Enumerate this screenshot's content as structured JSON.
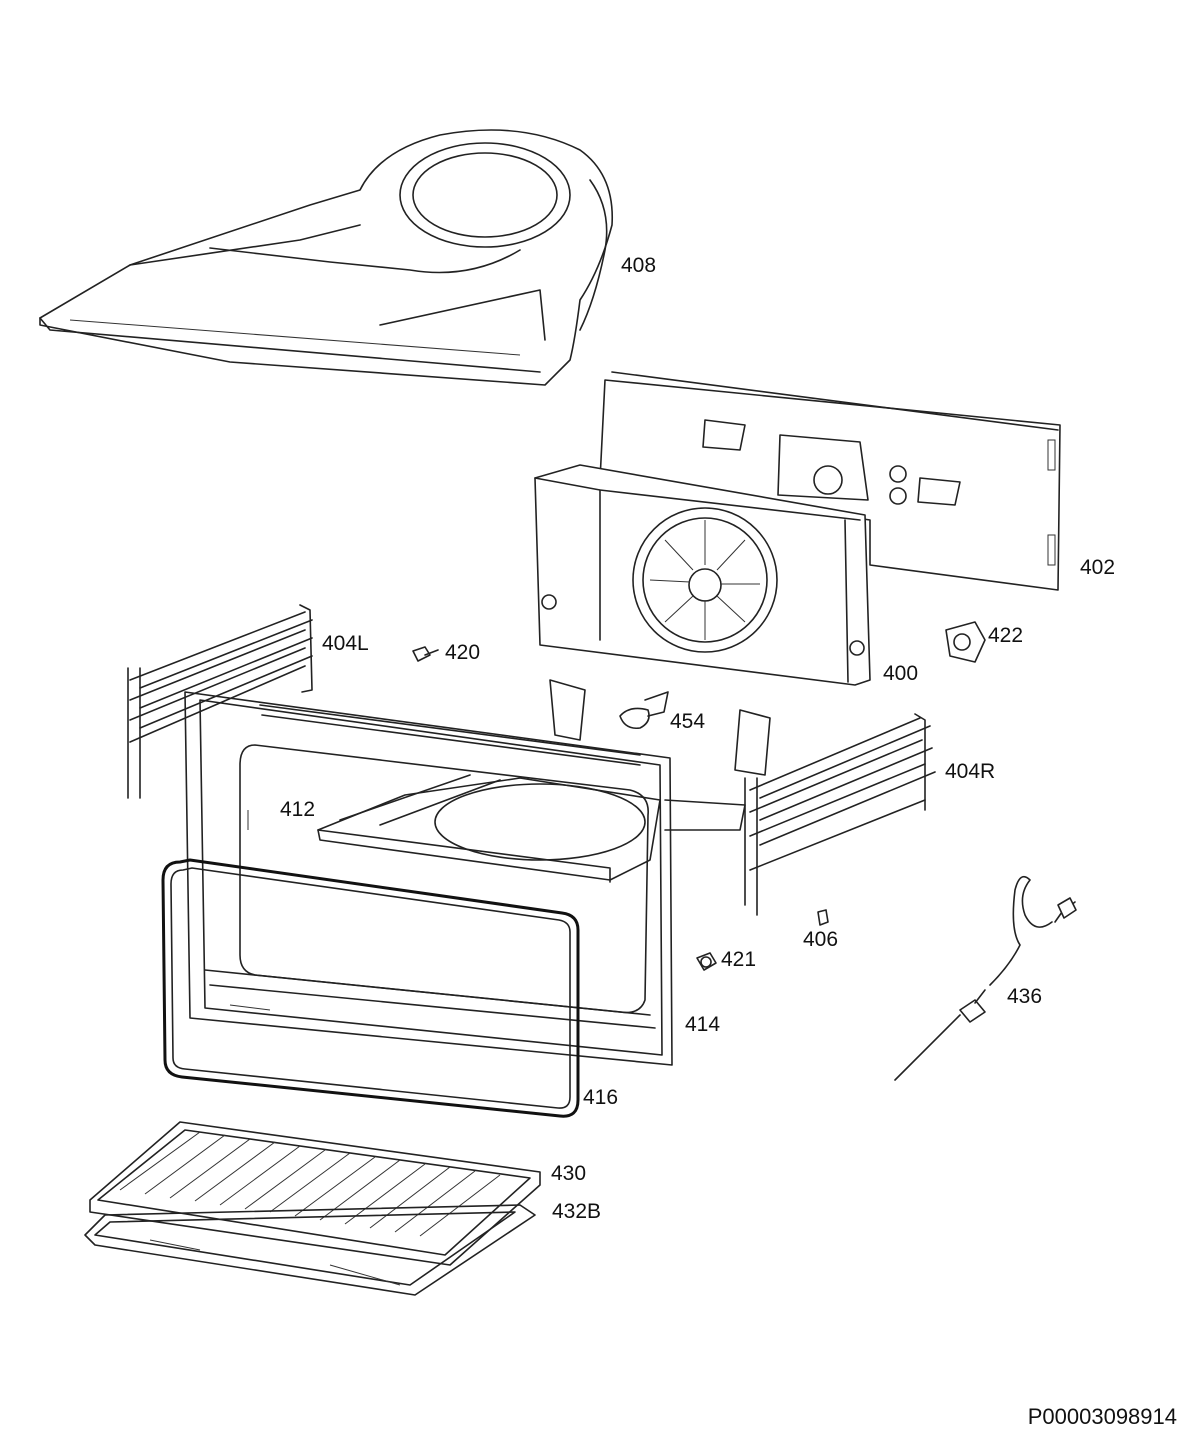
{
  "callouts": {
    "c408": "408",
    "c402": "402",
    "c404L": "404L",
    "c420": "420",
    "c422": "422",
    "c400": "400",
    "c454": "454",
    "c404R": "404R",
    "c412": "412",
    "c406": "406",
    "c421": "421",
    "c436": "436",
    "c414": "414",
    "c416": "416",
    "c430": "430",
    "c432B": "432B"
  },
  "document_id": "P00003098914"
}
